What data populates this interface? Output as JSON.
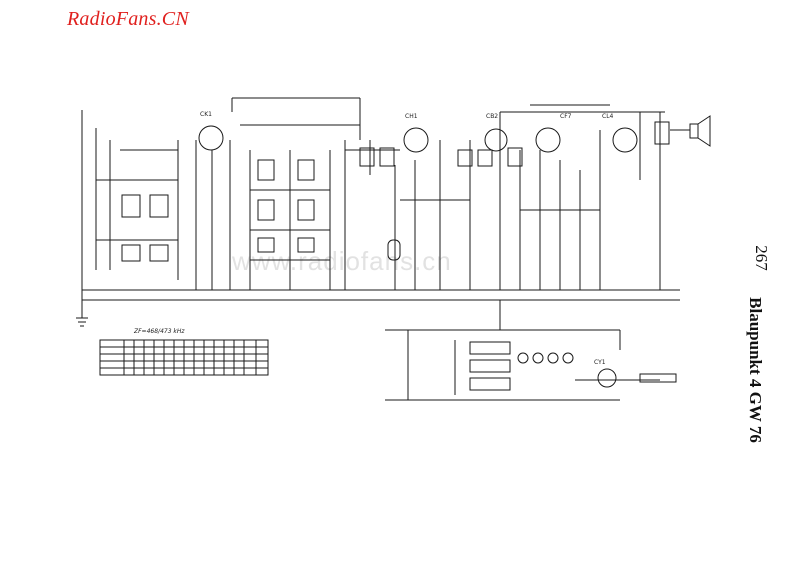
{
  "header": {
    "brand": "RadioFans.CN"
  },
  "watermark": "www.radiofans.cn",
  "page_number": "267",
  "title": "Blaupunkt 4 GW 76",
  "tubes": {
    "ck1": "CK1",
    "ch1": "CH1",
    "cb2": "CB2",
    "cf7": "CF7",
    "cl4": "CL4",
    "cy1": "CY1"
  },
  "annotations": {
    "if_freq": "ZF=468/473 kHz"
  },
  "switch_table": {
    "rows": 5,
    "cols": 14
  }
}
